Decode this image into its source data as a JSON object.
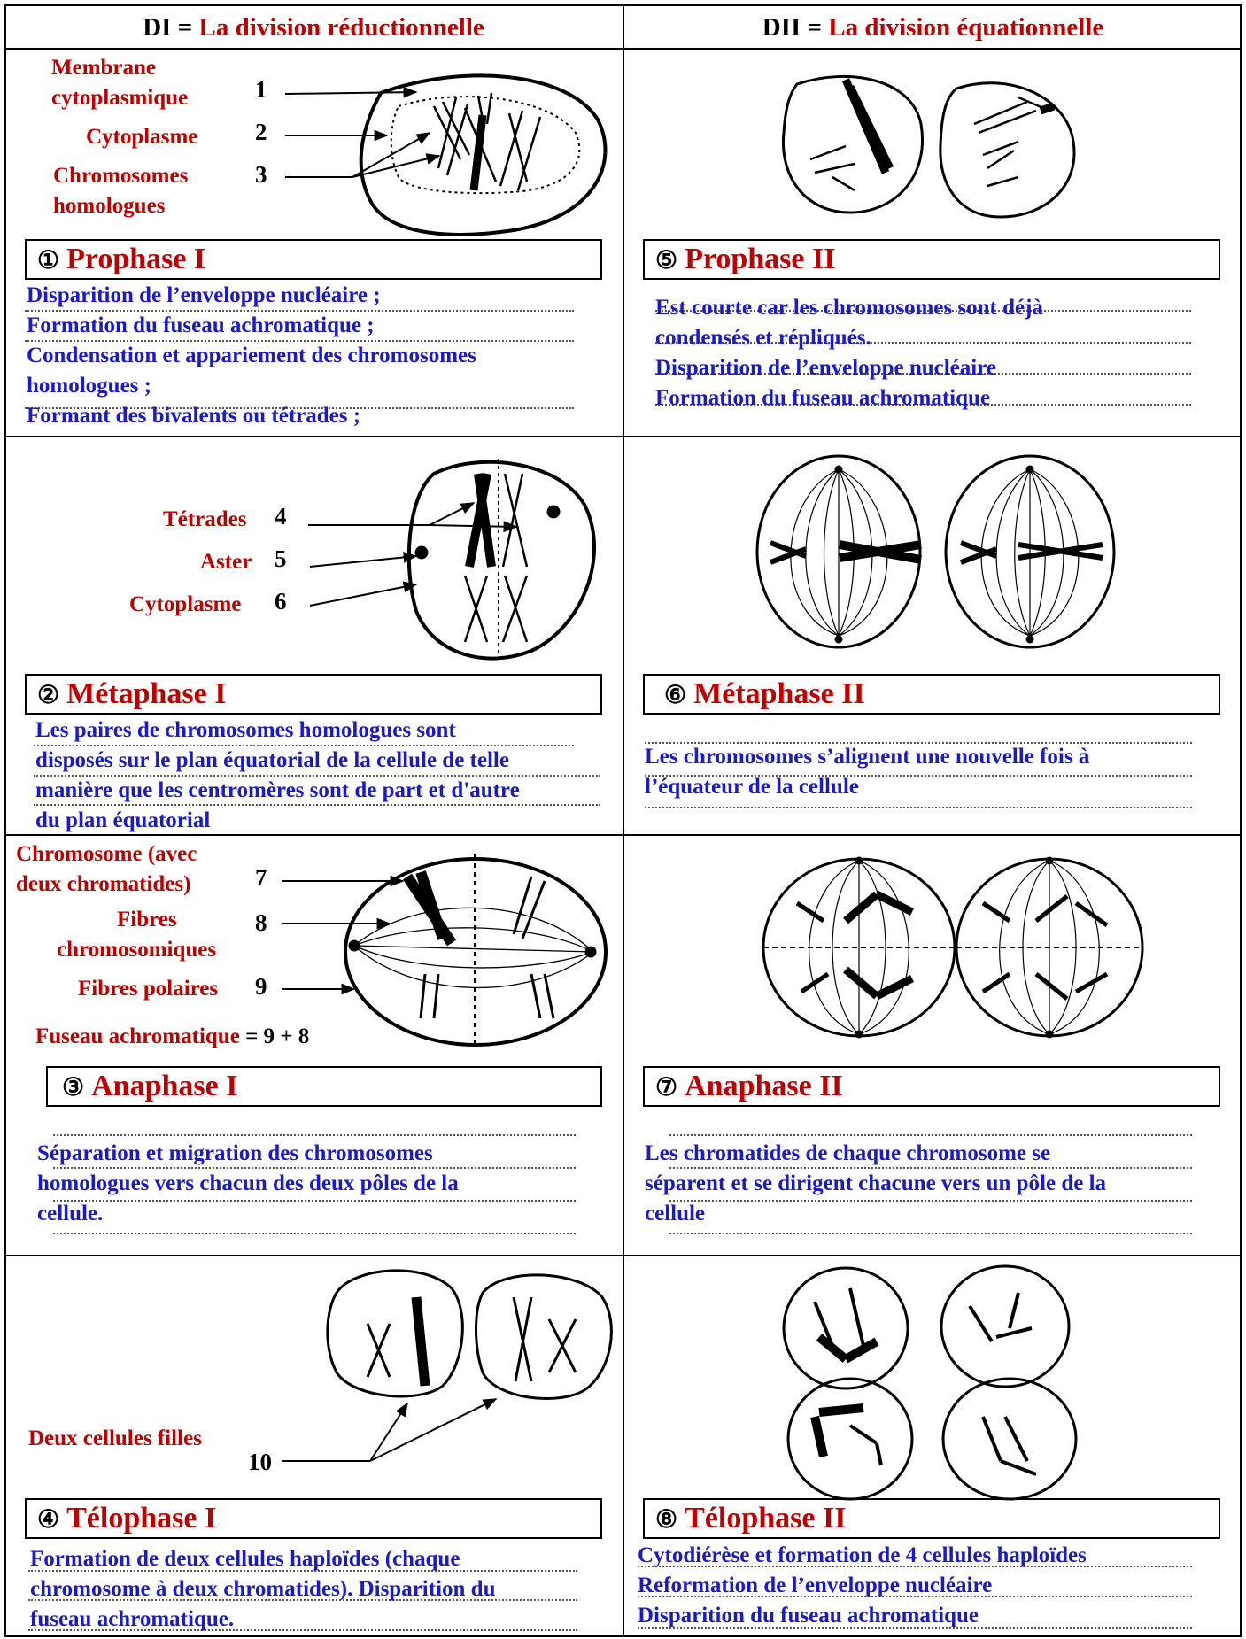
{
  "header": {
    "left": {
      "prefix": "DI = ",
      "title": "La division réductionnelle"
    },
    "right": {
      "prefix": "DII = ",
      "title": "La division équationnelle"
    }
  },
  "phases": {
    "p1": {
      "num": "①",
      "title": "Prophase I",
      "lines": [
        "Disparition de l’enveloppe nucléaire ;",
        "Formation du fuseau achromatique ;",
        "Condensation et appariement des chromosomes",
        "homologues ;",
        "Formant des bivalents ou tétrades ;"
      ]
    },
    "p2": {
      "num": "②",
      "title": "Métaphase I",
      "lines": [
        "Les paires de chromosomes homologues sont",
        "disposés sur le plan équatorial de la cellule de telle",
        "manière que les centromères sont de part et d'autre",
        "du plan équatorial"
      ]
    },
    "p3": {
      "num": "③",
      "title": "Anaphase I",
      "lines": [
        "Séparation et migration des chromosomes",
        "homologues vers chacun des deux pôles de la",
        "cellule."
      ]
    },
    "p4": {
      "num": "④",
      "title": "Télophase I",
      "lines": [
        "Formation de deux cellules haploïdes (chaque",
        "chromosome à deux chromatides). Disparition du",
        "fuseau achromatique."
      ]
    },
    "p5": {
      "num": "⑤",
      "title": "Prophase II",
      "lines": [
        "Est courte car les chromosomes sont déjà",
        "condensés et répliqués.",
        "Disparition de l’enveloppe nucléaire",
        "Formation du fuseau achromatique"
      ]
    },
    "p6": {
      "num": "⑥",
      "title": "Métaphase II",
      "lines": [
        "Les chromosomes s’alignent une nouvelle fois à",
        "l’équateur de la cellule"
      ]
    },
    "p7": {
      "num": "⑦",
      "title": "Anaphase II",
      "lines": [
        "Les chromatides de chaque chromosome se",
        "séparent et se dirigent chacune vers un pôle de la",
        "cellule"
      ]
    },
    "p8": {
      "num": "⑧",
      "title": "Télophase II",
      "lines": [
        "Cytodiérèse et formation de 4 cellules haploïdes",
        "Reformation de l’enveloppe nucléaire",
        "Disparition du fuseau achromatique"
      ]
    }
  },
  "labels": {
    "l1a": "Membrane",
    "l1b": "cytoplasmique",
    "n1": "1",
    "l2": "Cytoplasme",
    "n2": "2",
    "l3a": "Chromosomes",
    "l3b": "homologues",
    "n3": "3",
    "l4": "Tétrades",
    "n4": "4",
    "l5": "Aster",
    "n5": "5",
    "l6": "Cytoplasme",
    "n6": "6",
    "l7a": "Chromosome (avec",
    "l7b": "deux chromatides)",
    "n7": "7",
    "l8a": "Fibres",
    "l8b": "chromosomiques",
    "n8": "8",
    "l9": "Fibres polaires",
    "n9": "9",
    "fuseau": "Fuseau achromatique",
    "fuseau_eq": " = 9 + 8",
    "l10": "Deux cellules filles",
    "n10": "10"
  }
}
